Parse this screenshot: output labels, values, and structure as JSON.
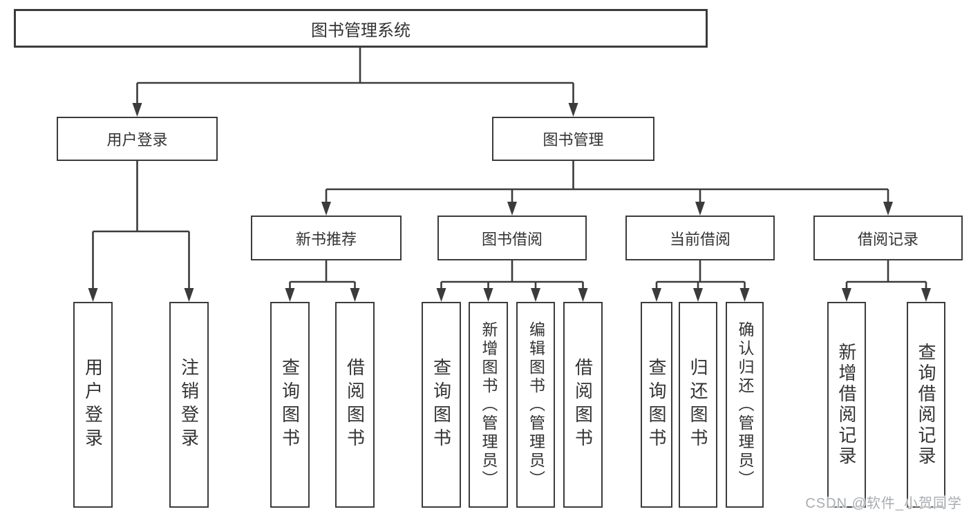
{
  "diagram_title": "图书管理系统",
  "nodes": {
    "root": {
      "label": "图书管理系统"
    },
    "level2": [
      {
        "label": "用户登录"
      },
      {
        "label": "图书管理"
      }
    ],
    "level3": [
      {
        "label": "新书推荐"
      },
      {
        "label": "图书借阅"
      },
      {
        "label": "当前借阅"
      },
      {
        "label": "借阅记录"
      }
    ],
    "leaves": [
      {
        "label": "用户登录"
      },
      {
        "label": "注销登录"
      },
      {
        "label": "查询图书"
      },
      {
        "label": "借阅图书"
      },
      {
        "label": "查询图书"
      },
      {
        "label": "新增图书（管理员）"
      },
      {
        "label": "编辑图书（管理员）"
      },
      {
        "label": "借阅图书"
      },
      {
        "label": "查询图书"
      },
      {
        "label": "归还图书"
      },
      {
        "label": "确认归还（管理员）"
      },
      {
        "label": "新增借阅记录"
      },
      {
        "label": "查询借阅记录"
      }
    ]
  },
  "hierarchy": {
    "图书管理系统": [
      "用户登录",
      "图书管理"
    ],
    "用户登录": [
      "用户登录",
      "注销登录"
    ],
    "图书管理": [
      "新书推荐",
      "图书借阅",
      "当前借阅",
      "借阅记录"
    ],
    "新书推荐": [
      "查询图书",
      "借阅图书"
    ],
    "图书借阅": [
      "查询图书",
      "新增图书（管理员）",
      "编辑图书（管理员）",
      "借阅图书"
    ],
    "当前借阅": [
      "查询图书",
      "归还图书",
      "确认归还（管理员）"
    ],
    "借阅记录": [
      "新增借阅记录",
      "查询借阅记录"
    ]
  },
  "watermark": {
    "text": "CSDN @软件_小贺同学"
  },
  "colors": {
    "line": "#3b3b3b",
    "text": "#333333",
    "watermark": "#a9adb0",
    "background": "#ffffff"
  }
}
